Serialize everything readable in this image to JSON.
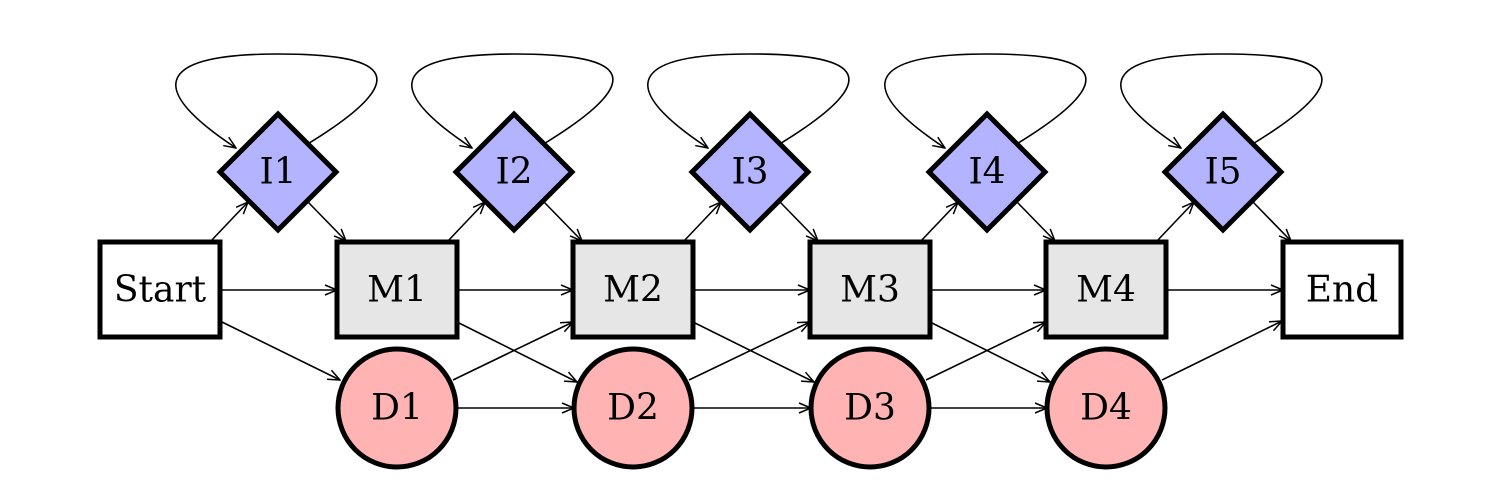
{
  "diagram": {
    "type": "profile-hmm",
    "nodes": {
      "start": {
        "label": "Start"
      },
      "end": {
        "label": "End"
      },
      "matches": [
        {
          "label": "M1"
        },
        {
          "label": "M2"
        },
        {
          "label": "M3"
        },
        {
          "label": "M4"
        }
      ],
      "inserts": [
        {
          "label": "I1"
        },
        {
          "label": "I2"
        },
        {
          "label": "I3"
        },
        {
          "label": "I4"
        },
        {
          "label": "I5"
        }
      ],
      "deletes": [
        {
          "label": "D1"
        },
        {
          "label": "D2"
        },
        {
          "label": "D3"
        },
        {
          "label": "D4"
        }
      ]
    },
    "colors": {
      "match_fill": "#e6e6e6",
      "insert_fill": "#b3b3ff",
      "delete_fill": "#ffb3b3",
      "terminal_fill": "#ffffff",
      "stroke": "#000000"
    }
  }
}
